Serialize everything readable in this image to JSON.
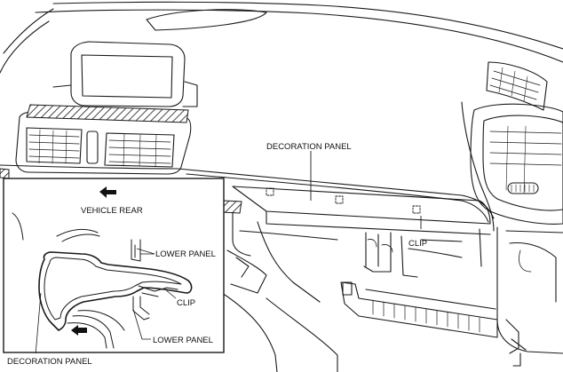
{
  "labels": {
    "decoration_panel_main": "DECORATION PANEL",
    "clip_main": "CLIP",
    "vehicle_rear": "VEHICLE REAR",
    "lower_panel_top": "LOWER PANEL",
    "clip_inset": "CLIP",
    "lower_panel_bottom": "LOWER PANEL",
    "decoration_panel_inset": "DECORATION PANEL"
  },
  "colors": {
    "line": "#1a1a1a",
    "background": "#ffffff"
  },
  "icons": {
    "direction_arrow": "arrow-left-icon"
  }
}
